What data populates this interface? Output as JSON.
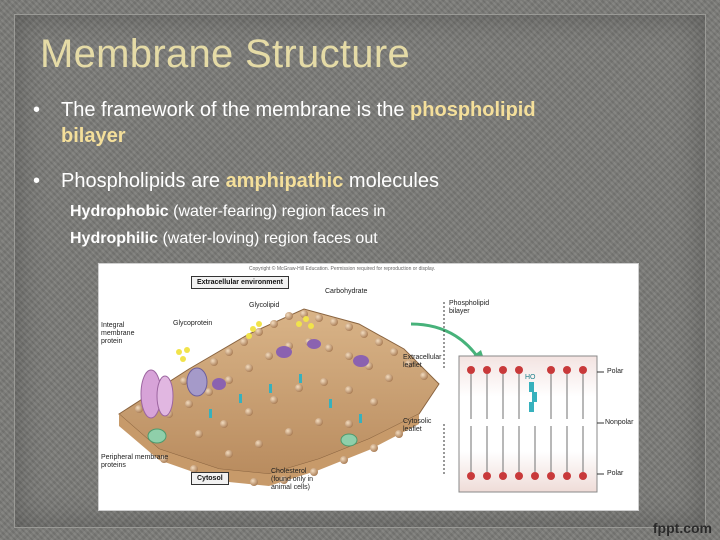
{
  "slide": {
    "title": "Membrane Structure",
    "bullets": [
      {
        "text": "The framework of the membrane is the ",
        "highlight": "phospholipid",
        "continuation": "bilayer"
      },
      {
        "text": "Phospholipids are ",
        "highlight": "amphipathic",
        "after": " molecules"
      }
    ],
    "sub_bullets": [
      {
        "lead": "Hydrophobic",
        "rest": " (water-fearing) region faces in"
      },
      {
        "lead": "Hydrophilic",
        "rest": " (water-loving) region faces out"
      }
    ]
  },
  "figure": {
    "copyright": "Copyright © McGraw-Hill Education. Permission required for reproduction or display.",
    "extracellular_label": "Extracellular environment",
    "cytosol_label": "Cytosol",
    "labels": {
      "carbohydrate": "Carbohydrate",
      "glycolipid": "Glycolipid",
      "glycoprotein": "Glycoprotein",
      "integral": "Integral membrane protein",
      "phospholipid_bilayer": "Phospholipid bilayer",
      "extracellular_leaflet": "Extracellular leaflet",
      "cytosolic_leaflet": "Cytosolic leaflet",
      "peripheral": "Peripheral membrane proteins",
      "cholesterol": "Cholesterol (found only in animal cells)",
      "polar_top": "Polar",
      "nonpolar": "Nonpolar",
      "polar_bottom": "Polar",
      "ho": "HO"
    }
  },
  "footer": {
    "logo": "fppt.com"
  },
  "colors": {
    "title": "#e5dba6",
    "highlight": "#f4df9a",
    "background": "#7b7b78"
  }
}
